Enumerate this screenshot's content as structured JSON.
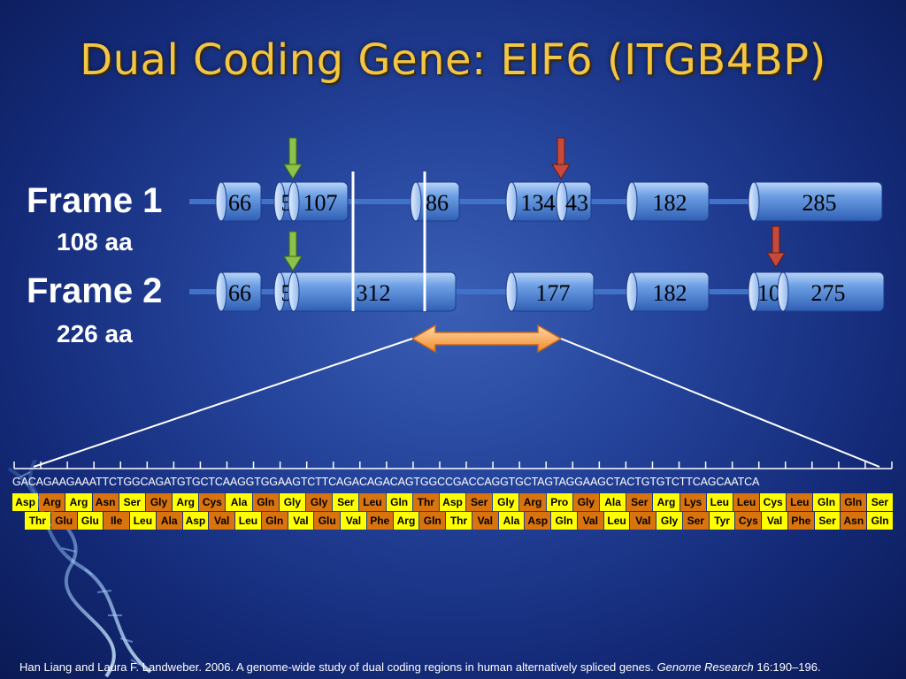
{
  "title": "Dual Coding Gene: EIF6 (ITGB4BP)",
  "frame1": {
    "name": "Frame 1",
    "aa": "108 aa",
    "exons": [
      "66",
      "5",
      "107",
      "86",
      "134",
      "43",
      "182",
      "285"
    ]
  },
  "frame2": {
    "name": "Frame 2",
    "aa": "226 aa",
    "exons": [
      "66",
      "5",
      "312",
      "177",
      "182",
      "10",
      "275"
    ]
  },
  "dna_sequence": "GACAGAAGAAATTCTGGCAGATGTGCTCAAGGTGGAAGTCTTCAGACAGACAGTGGCCGACCAGGTGCTAGTAGGAAGCTACTGTGTCTTCAGCAATCA",
  "frame1_aa": [
    "Asp",
    "Arg",
    "Arg",
    "Asn",
    "Ser",
    "Gly",
    "Arg",
    "Cys",
    "Ala",
    "Gln",
    "Gly",
    "Gly",
    "Ser",
    "Leu",
    "Gln",
    "Thr",
    "Asp",
    "Ser",
    "Gly",
    "Arg",
    "Pro",
    "Gly",
    "Ala",
    "Ser",
    "Arg",
    "Lys",
    "Leu",
    "Leu",
    "Cys",
    "Leu",
    "Gln",
    "Gln",
    "Ser"
  ],
  "frame2_aa": [
    "Thr",
    "Glu",
    "Glu",
    "Ile",
    "Leu",
    "Ala",
    "Asp",
    "Val",
    "Leu",
    "Gln",
    "Val",
    "Glu",
    "Val",
    "Phe",
    "Arg",
    "Gln",
    "Thr",
    "Val",
    "Ala",
    "Asp",
    "Gln",
    "Val",
    "Leu",
    "Val",
    "Gly",
    "Ser",
    "Tyr",
    "Cys",
    "Val",
    "Phe",
    "Ser",
    "Asn",
    "Gln"
  ],
  "colors": {
    "aa_yellow": "#ffff00",
    "aa_orange": "#d9730d",
    "title": "#f2c544",
    "exon": "#4f86d6"
  },
  "citation": {
    "authors": "Han Liang and Laura F. Landweber. 2006. A genome-wide study of dual coding regions in human alternatively spliced genes.",
    "journal": "Genome Research",
    "volume": "16:190–196."
  }
}
